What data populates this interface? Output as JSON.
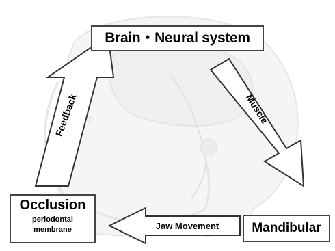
{
  "nodes": {
    "brain": "Brain・Neural system",
    "occlusion": "Occlusion",
    "occlusion_sub": "periodontal membrane",
    "mandibular": "Mandibular"
  },
  "edges": {
    "feedback": "Feedback",
    "muscle": "Muscle",
    "jaw_movement": "Jaw Movement"
  },
  "background": {
    "description_icon": "head-anatomy-illustration"
  },
  "colors": {
    "arrow_fill": "#ffffff",
    "arrow_stroke": "#333333",
    "box_border": "#444444"
  }
}
